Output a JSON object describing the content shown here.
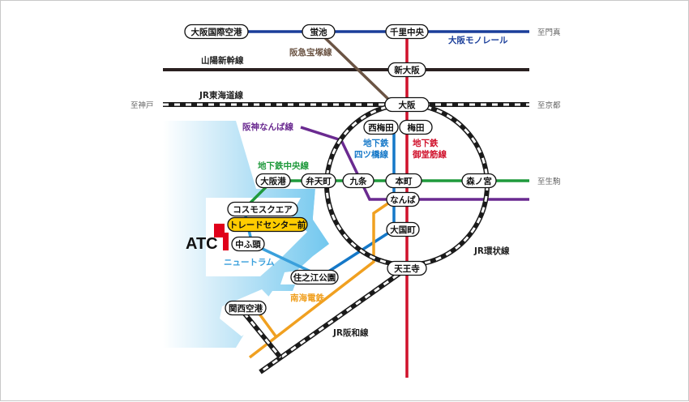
{
  "colors": {
    "monorail": "#1a3e9a",
    "hankyu": "#6b5444",
    "sanyo_shinkansen": "#2a2020",
    "jr": "#1a1a1a",
    "midosuji": "#d0112b",
    "yotsubashi": "#1578c8",
    "chuo": "#1f9a3c",
    "hanshin_namba": "#6a2a90",
    "nankai": "#f0a020",
    "newtram": "#3aa0dc",
    "atc_mark": "#e0001a",
    "station_highlight": "#ffcc00",
    "sea": "#6ec6ee",
    "land": "#ffffff"
  },
  "lines": {
    "monorail": "大阪モノレール",
    "hankyu": "阪急宝塚線",
    "sanyo_shinkansen": "山陽新幹線",
    "tokaido": "JR東海道線",
    "hanshin_namba": "阪神なんば線",
    "chuo_line1": "地下鉄中央線",
    "yotsubashi_1": "地下鉄",
    "yotsubashi_2": "四ツ橋線",
    "midosuji_1": "地下鉄",
    "midosuji_2": "御堂筋線",
    "newtram": "ニュートラム",
    "nankai": "南海電鉄",
    "loop": "JR環状線",
    "hanwa": "JR阪和線"
  },
  "destinations": {
    "kadoma": "至門真",
    "kyoto": "至京都",
    "kobe": "至神戸",
    "ikoma": "至生駒"
  },
  "stations": {
    "itami_airport": "大阪国際空港",
    "hotarugaike": "蛍池",
    "senri_chuo": "千里中央",
    "shin_osaka": "新大阪",
    "osaka": "大阪",
    "nishi_umeda": "西梅田",
    "umeda": "梅田",
    "osakako": "大阪港",
    "bentencho": "弁天町",
    "kujo": "九条",
    "hommachi": "本町",
    "morinomiya": "森ノ宮",
    "namba": "なんば",
    "cosmosquare": "コスモスクエア",
    "trade_center_mae": "トレードセンター前",
    "nakafuto": "中ふ頭",
    "daikokucho": "大国町",
    "suminoe_koen": "住之江公園",
    "tennoji": "天王寺",
    "kansai_airport": "関西空港"
  },
  "landmark": {
    "atc": "ATC"
  }
}
